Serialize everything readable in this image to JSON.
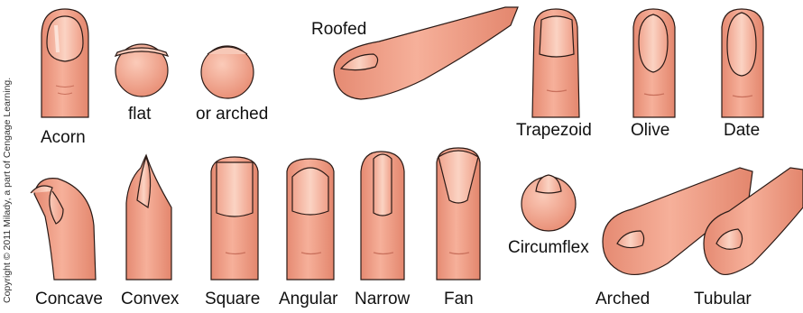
{
  "credit": "Copyright © 2011 Milady, a part of Cengage Learning.",
  "colors": {
    "skin": "#f3a58f",
    "skin_shadow": "#e0826c",
    "nail": "#f6b9a6",
    "nail_highlight": "#fff0e8",
    "outline": "#2a1a16"
  },
  "labels": {
    "acorn": "Acorn",
    "flat": "flat",
    "or_arched": "or arched",
    "roofed": "Roofed",
    "trapezoid": "Trapezoid",
    "olive": "Olive",
    "date": "Date",
    "concave": "Concave",
    "convex": "Convex",
    "square": "Square",
    "angular": "Angular",
    "narrow": "Narrow",
    "fan": "Fan",
    "circumflex": "Circumflex",
    "arched": "Arched",
    "tubular": "Tubular"
  }
}
